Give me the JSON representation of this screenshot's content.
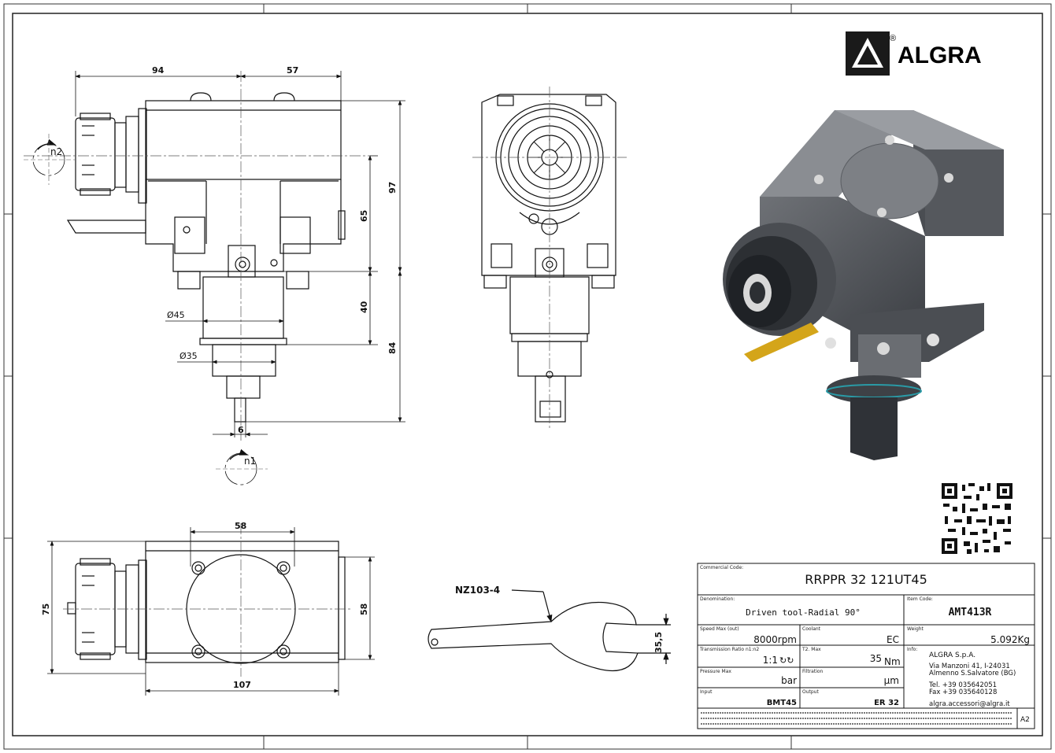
{
  "brand": {
    "name": "ALGRA",
    "registered": "®"
  },
  "dimensions": {
    "side_view": {
      "d94": "94",
      "d57": "57",
      "d97": "97",
      "d65": "65",
      "d40": "40",
      "d84": "84",
      "dia45": "Ø45",
      "dia35": "Ø35",
      "d6": "6",
      "n2": "n2",
      "n1": "n1"
    },
    "top_view": {
      "d58_top": "58",
      "d58_side": "58",
      "d75": "75",
      "d107": "107"
    },
    "wrench": {
      "code": "NZ103-4",
      "d35_5": "35,5"
    }
  },
  "title_block": {
    "commercial_code_label": "Commercial Code:",
    "commercial_code": "RRPPR 32 121UT45",
    "denomination_label": "Denomination:",
    "denomination": "Driven tool-Radial 90°",
    "item_code_label": "Item Code:",
    "item_code": "AMT413R",
    "speed_label": "Speed Max (out)",
    "speed": "8000rpm",
    "coolant_label": "Coolant",
    "coolant": "EC",
    "weight_label": "Weight",
    "weight": "5.092Kg",
    "ratio_label": "Transmission Ratio n1:n2",
    "ratio": "1:1",
    "ratio_symbol": "↻↻",
    "torque_label": "T2. Max",
    "torque_value": "35",
    "torque_unit": "Nm",
    "pressure_label": "Pressure Max",
    "pressure": "bar",
    "filtration_label": "Filtration",
    "filtration": "µm",
    "input_label": "Input",
    "input": "BMT45",
    "output_label": "Output",
    "output": "ER 32",
    "info_label": "Info:",
    "company": "ALGRA S.p.A.",
    "address1": "Via Manzoni 41, I-24031",
    "address2": "Almenno S.Salvatore (BG)",
    "tel": "Tel. +39 035642051",
    "fax": "Fax +39 035640128",
    "email": "algra.accessori@algra.it",
    "sheet_size": "A2"
  }
}
